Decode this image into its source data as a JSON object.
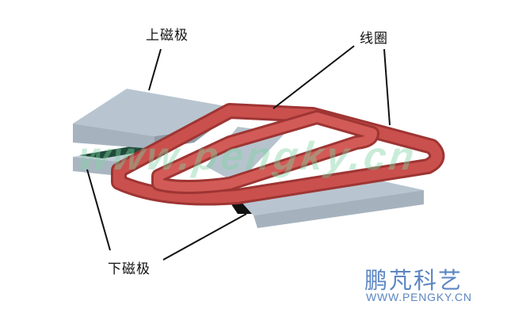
{
  "labels": {
    "upper_magnet": "上磁极",
    "coil": "线圈",
    "lower_magnet": "下磁极"
  },
  "watermark": "www.pengky.cn",
  "brand": {
    "name_cn": "鹏芃科艺",
    "url": "WWW.PENGKY.CN"
  },
  "colors": {
    "magnet_top": "#b7c4cf",
    "magnet_side": "#9aa8b4",
    "coil": "#c9504d",
    "coil_dark": "#9e3533",
    "gap_green": "#1f4a3a",
    "brand_blue": "#5b86c4",
    "watermark_green": "#7fd3a3"
  }
}
